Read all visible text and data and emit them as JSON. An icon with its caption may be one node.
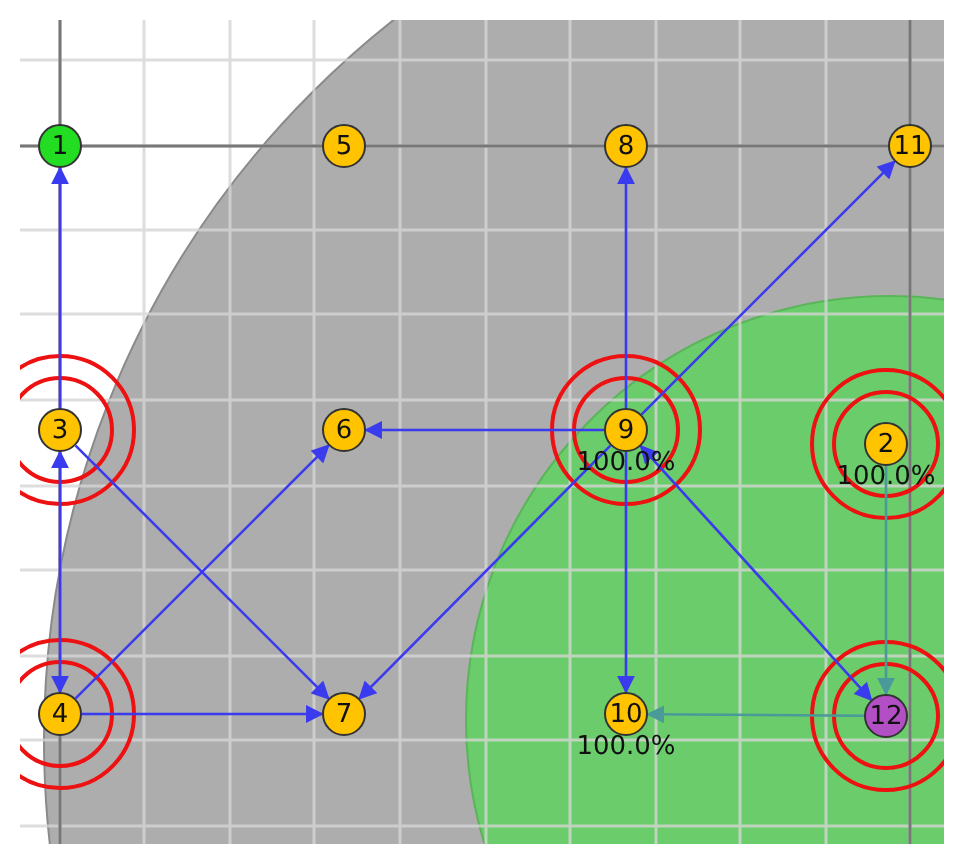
{
  "diagram": {
    "nodes": [
      {
        "text": [
          "1"
        ]
      },
      {
        "text": [
          "5"
        ]
      },
      {
        "text": [
          "8"
        ]
      },
      {
        "text": [
          "11"
        ]
      },
      {
        "text": [
          "3"
        ]
      },
      {
        "text": [
          "6"
        ]
      },
      {
        "text": [
          "9"
        ],
        "beside": [
          "100.0%"
        ]
      },
      {
        "text": [
          "2"
        ],
        "beside": [
          "100.0%"
        ]
      },
      {
        "text": [
          "4"
        ]
      },
      {
        "text": [
          "7"
        ]
      },
      {
        "text": [
          "10"
        ],
        "beside": [
          "100.0%"
        ]
      },
      {
        "text": [
          "12"
        ]
      }
    ],
    "edges": [
      {
        "from": 4,
        "to": 0,
        "arrow": "to"
      },
      {
        "from": 4,
        "to": 8,
        "arrow": "both"
      },
      {
        "from": 4,
        "to": 9,
        "arrow": "to"
      },
      {
        "from": 8,
        "to": 5,
        "arrow": "to"
      },
      {
        "from": 8,
        "to": 9,
        "arrow": "to"
      },
      {
        "from": 6,
        "to": 5,
        "arrow": "to"
      },
      {
        "from": 6,
        "to": 9,
        "arrow": "to"
      },
      {
        "from": 6,
        "to": 2,
        "arrow": "to"
      },
      {
        "from": 6,
        "to": 3,
        "arrow": "to"
      },
      {
        "from": 6,
        "to": 10,
        "arrow": "to"
      },
      {
        "from": 6,
        "to": 11,
        "arrow": "both"
      },
      {
        "from": 7,
        "to": 11,
        "arrow": "to",
        "color": "#4a9a9a"
      },
      {
        "from": 11,
        "to": 10,
        "arrow": "to",
        "color": "#4a9a9a"
      }
    ]
  }
}
